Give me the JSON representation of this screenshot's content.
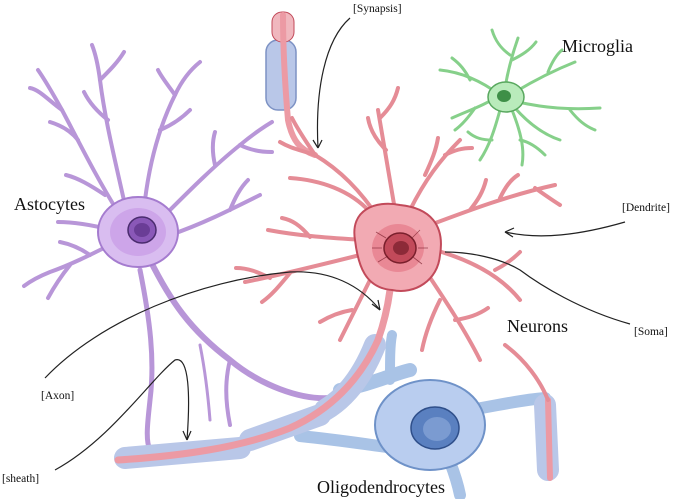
{
  "labels": {
    "synapsis": "[Synapsis]",
    "microglia": "Microglia",
    "astrocytes": "Astocytes",
    "dendrite": "[Dendrite]",
    "neurons": "Neurons",
    "soma": "[Soma]",
    "axon": "[Axon]",
    "sheath": "[sheath]",
    "oligodendrocytes": "Oligodendrocytes"
  },
  "colors": {
    "neuron": "#e58c96",
    "neuron_dark": "#c24a5a",
    "astrocyte": "#c9a6e0",
    "astrocyte_dark": "#8a58b8",
    "microglia": "#9fdca0",
    "microglia_dark": "#4f9f57",
    "oligodendrocyte": "#a9c3e6",
    "oligodendrocyte_dark": "#4f74b3",
    "myelin": "#b9c7e8",
    "pointer": "#222222"
  }
}
